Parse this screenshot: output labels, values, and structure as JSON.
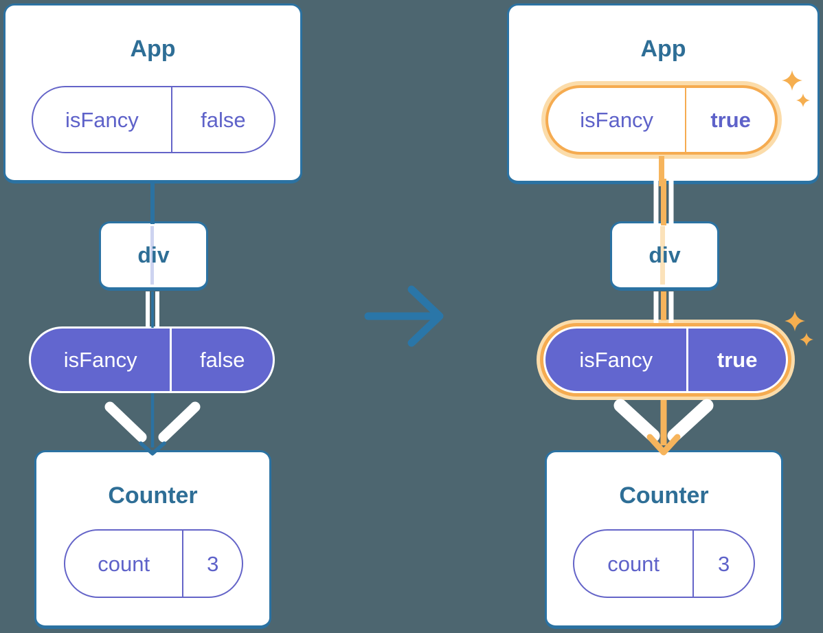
{
  "before": {
    "app_title": "App",
    "app_prop_key": "isFancy",
    "app_prop_value": "false",
    "div_label": "div",
    "passed_prop_key": "isFancy",
    "passed_prop_value": "false",
    "counter_title": "Counter",
    "counter_state_key": "count",
    "counter_state_value": "3"
  },
  "after": {
    "app_title": "App",
    "app_prop_key": "isFancy",
    "app_prop_value": "true",
    "div_label": "div",
    "passed_prop_key": "isFancy",
    "passed_prop_value": "true",
    "counter_title": "Counter",
    "counter_state_key": "count",
    "counter_state_value": "3"
  },
  "icons": {
    "transition": "right-arrow-icon",
    "flow_before": "down-arrow-icon",
    "flow_after": "down-arrow-icon",
    "highlight": "sparkle-icon"
  },
  "colors": {
    "background": "#4D6670",
    "card_border": "#2B72A2",
    "title_text": "#2E6E96",
    "purple_outline": "#6464C8",
    "purple_fill": "#6266CF",
    "purple_text": "#5E62C9",
    "pass_line_faint_blue": "#CDD3F0",
    "pass_line_faint_orange": "#FBE2BA",
    "highlight_orange": "#F5AB50",
    "highlight_glow": "#FBDCAA",
    "flow_orange": "#F6B45C",
    "sparkle": "#F5AE4F",
    "transition_arrow": "#2A76A8",
    "white": "#FFFFFF"
  }
}
